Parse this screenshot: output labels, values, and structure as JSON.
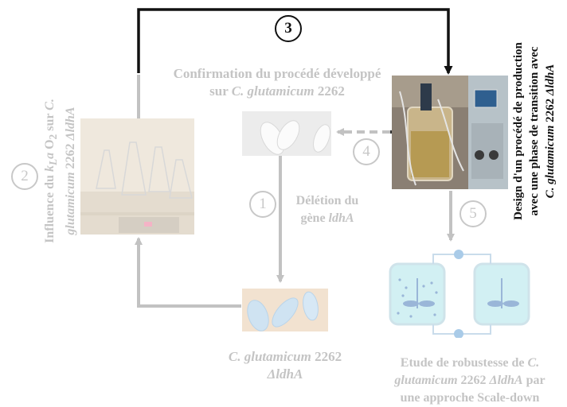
{
  "steps": {
    "s1": "1",
    "s2": "2",
    "s3": "3",
    "s4": "4",
    "s5": "5"
  },
  "labels": {
    "confirmation_line1": "Confirmation du procédé développé",
    "confirmation_line2_a": "sur ",
    "confirmation_line2_b": "C. glutamicum",
    "confirmation_line2_c": " 2262",
    "deletion_line1": "Délétion du",
    "deletion_line2_a": "gène ",
    "deletion_line2_b": "ldhA",
    "mutant_line1_a": "C. glutamicum",
    "mutant_line1_b": " 2262",
    "mutant_line2": "ΔldhA",
    "robust_line1_a": "Etude de robustesse de ",
    "robust_line1_b": "C.",
    "robust_line2_a": "glutamicum",
    "robust_line2_b": " 2262 ",
    "robust_line2_c": "ΔldhA",
    "robust_line2_d": " par",
    "robust_line3": "une approche Scale-down",
    "influence_line1_a": "Influence du ",
    "influence_line1_b": "k",
    "influence_line1_c": "L",
    "influence_line1_d": "a",
    "influence_line1_e": " O",
    "influence_line1_f": "2",
    "influence_line1_g": " sur ",
    "influence_line1_h": "C.",
    "influence_line2_a": "glutamicum",
    "influence_line2_b": " 2262 ",
    "influence_line2_c": "ΔldhA",
    "design_line1": "Design d'un procédé de production",
    "design_line2": "avec une phase de transition avec",
    "design_line3_a": "C. glutamicum",
    "design_line3_b": " 2262 ",
    "design_line3_c": "ΔldhA"
  },
  "colors": {
    "faded_arrow": "#c2c2c2",
    "dark_arrow": "#111111",
    "faded_text": "#c4c4c4"
  }
}
